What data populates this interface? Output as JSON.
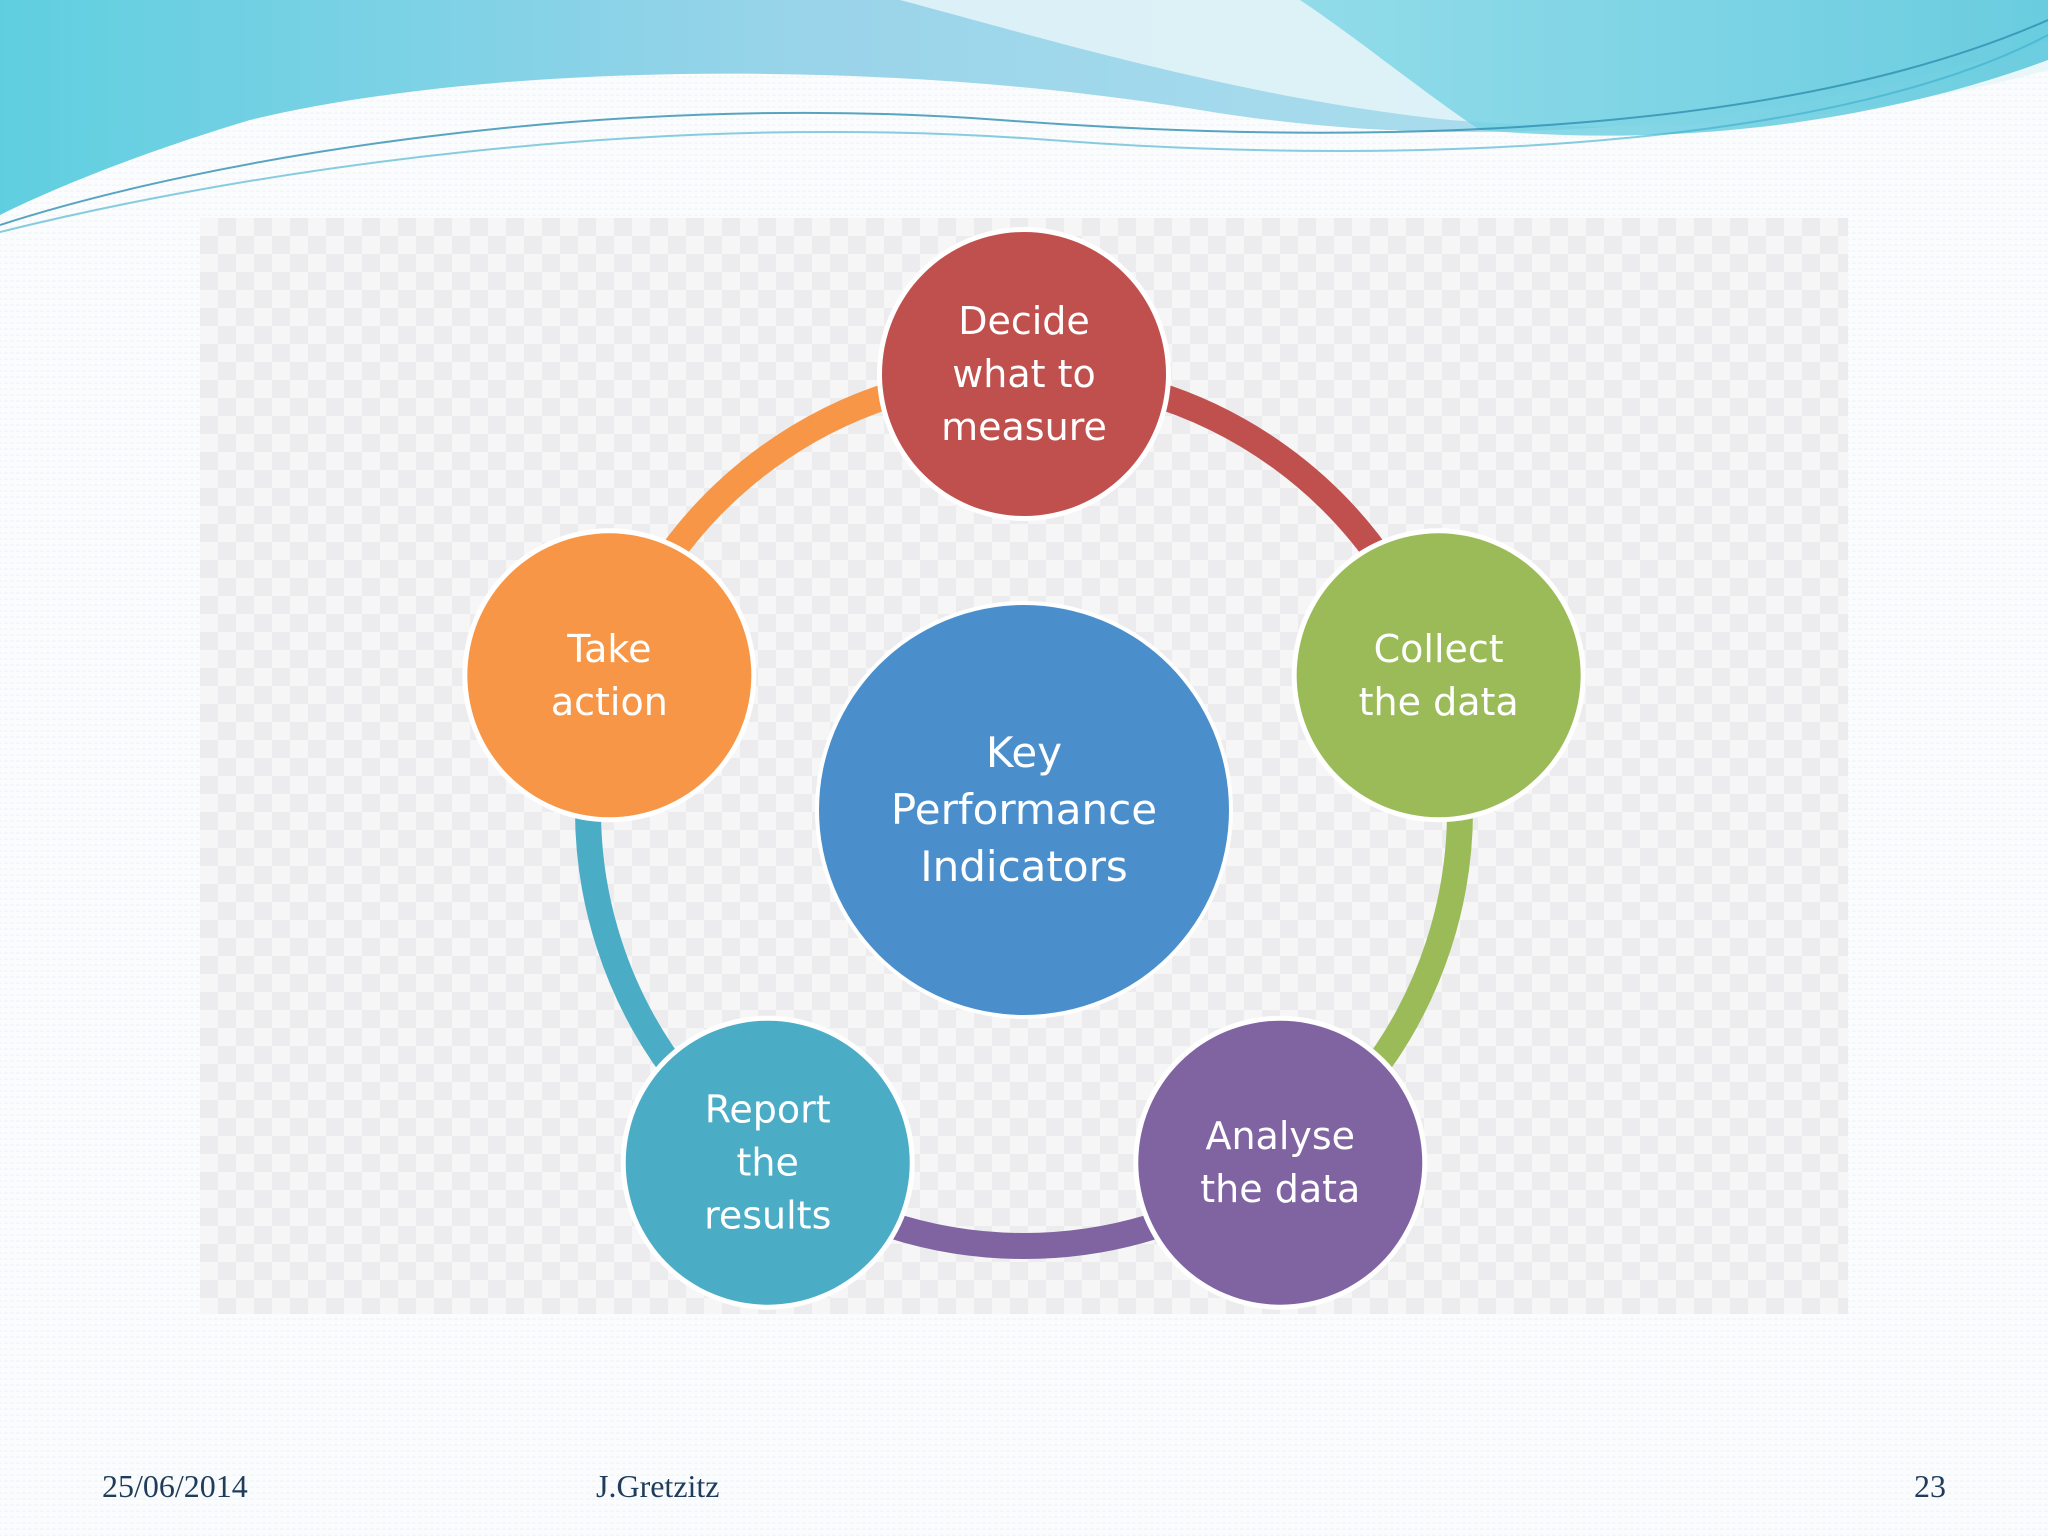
{
  "diagram": {
    "center": {
      "lines": [
        "Key",
        "Performance",
        "Indicators"
      ],
      "color": "#4a8fcc"
    },
    "nodes": [
      {
        "id": "decide",
        "lines": [
          "Decide",
          "what to",
          "measure"
        ],
        "color": "#c0504d"
      },
      {
        "id": "collect",
        "lines": [
          "Collect",
          "the data"
        ],
        "color": "#9bbb59"
      },
      {
        "id": "analyse",
        "lines": [
          "Analyse",
          "the data"
        ],
        "color": "#8064a2"
      },
      {
        "id": "report",
        "lines": [
          "Report",
          "the",
          "results"
        ],
        "color": "#4bacc6"
      },
      {
        "id": "take-action",
        "lines": [
          "Take",
          "action"
        ],
        "color": "#f79646"
      }
    ]
  },
  "footer": {
    "date": "25/06/2014",
    "author": "J.Gretzitz",
    "page_number": "23"
  },
  "theme": {
    "wave_colors": [
      "#8fd3e8",
      "#63c7dd",
      "#2f9fbf"
    ]
  }
}
